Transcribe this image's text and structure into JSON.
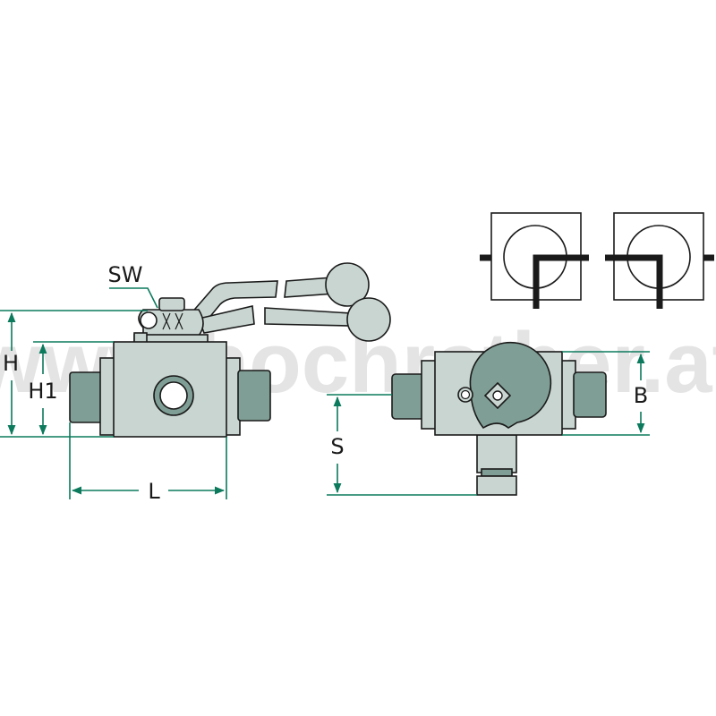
{
  "diagram": {
    "watermark": "www.hochrather.at",
    "labels": {
      "sw": "SW",
      "h": "H",
      "h1": "H1",
      "l": "L",
      "s": "S",
      "b": "B"
    },
    "colors": {
      "body": "#c8d5d1",
      "fitting": "#7f9e95",
      "dimension": "#0c7a5c"
    }
  }
}
